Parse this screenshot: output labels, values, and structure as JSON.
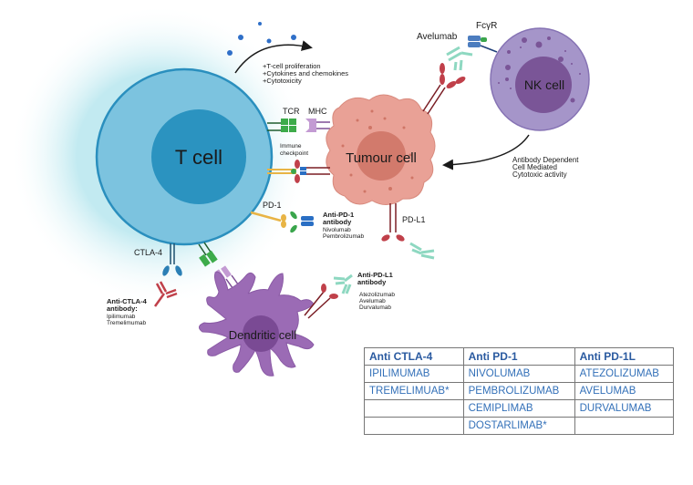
{
  "cells": {
    "t_cell": "T cell",
    "tumour_cell": "Tumour cell",
    "nk_cell": "NK cell",
    "dendritic_cell": "Dendritic cell"
  },
  "receptors": {
    "tcr": "TCR",
    "mhc": "MHC",
    "immune_checkpoint": [
      "Immune",
      "checkpoint"
    ],
    "pd1": "PD-1",
    "pdl1": "PD-L1",
    "ctla4": "CTLA-4",
    "fcyr": "FcγR",
    "avelumab": "Avelumab"
  },
  "effects": [
    "+T-cell proliferation",
    "+Cytokines and chemokines",
    "+Cytotoxicity"
  ],
  "adcc": [
    "Antibody Dependent",
    "Cell Mediated",
    "Cytotoxic  activity"
  ],
  "antibodies": {
    "anti_pd1": {
      "title": [
        "Anti-PD-1",
        "antibody"
      ],
      "drugs": [
        "Nivolumab",
        "Pembrolizumab"
      ]
    },
    "anti_pdl1": {
      "title": [
        "Anti-PD-L1",
        "antibody"
      ],
      "drugs": [
        "Atezolizumab",
        "Avelumab",
        "Durvalumab"
      ]
    },
    "anti_ctla4": {
      "title": [
        "Anti-CTLA-4",
        "antibody:"
      ],
      "drugs": [
        "Ipilimumab",
        "Tremelimumab"
      ]
    }
  },
  "table": {
    "headers": [
      "Anti CTLA-4",
      "Anti PD-1",
      "Anti PD-1L"
    ],
    "rows": [
      [
        "IPILIMUMAB",
        "NIVOLUMAB",
        "ATEZOLIZUMAB"
      ],
      [
        "TREMELIMUAB*",
        "PEMBROLIZUMAB",
        "AVELUMAB"
      ],
      [
        "",
        "CEMIPLIMAB",
        "DURVALUMAB"
      ],
      [
        "",
        "DOSTARLIMAB*",
        ""
      ]
    ]
  },
  "colors": {
    "t_cell_outer": "#7cc3df",
    "t_cell_inner": "#2b93c0",
    "tumour": "#e9a196",
    "tumour_nucleus": "#d27a6c",
    "nk_outer": "#a595c9",
    "nk_inner": "#7a5597",
    "dendritic": "#9b6bb5",
    "table_text": "#3370b8"
  }
}
